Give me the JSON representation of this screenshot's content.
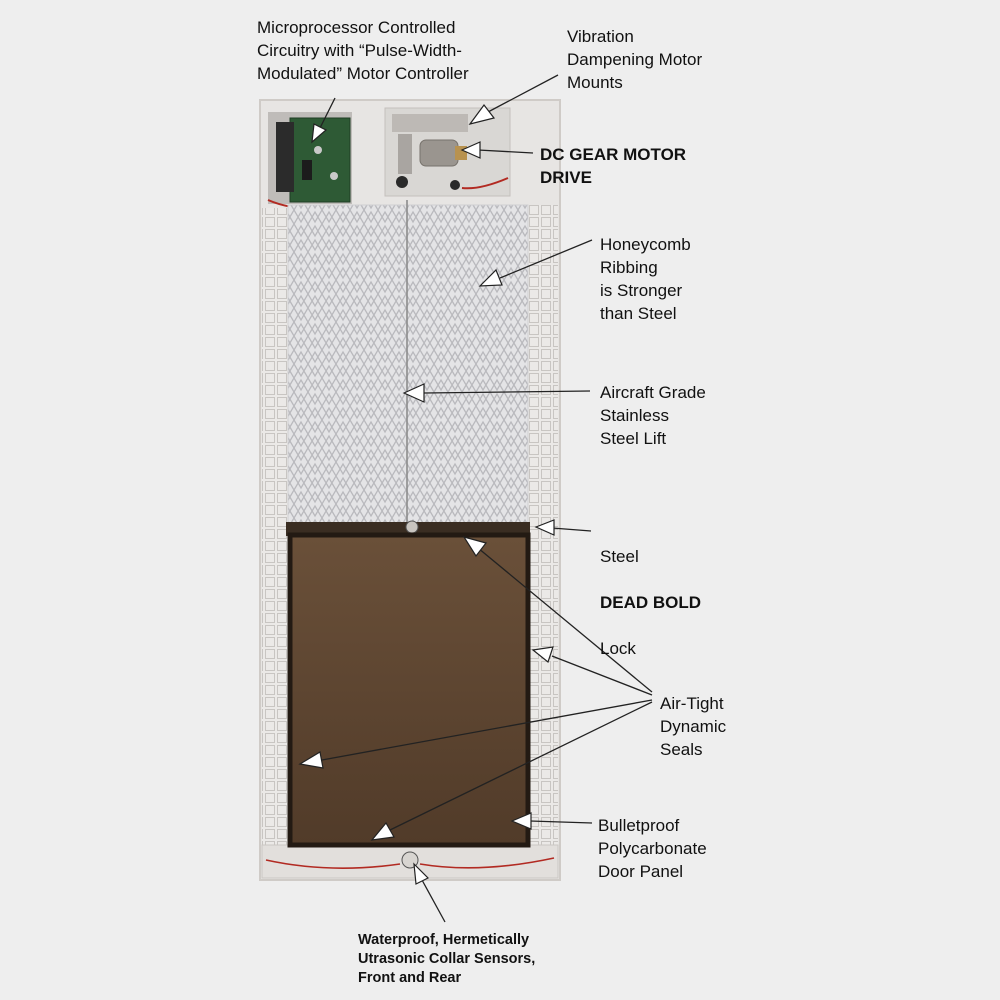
{
  "labels": {
    "microprocessor": "Microprocessor Controlled\nCircuitry with “Pulse-Width-\nModulated” Motor Controller",
    "vibration": "Vibration\nDampening Motor\nMounts",
    "dc_motor": "DC GEAR MOTOR\nDRIVE",
    "honeycomb": "Honeycomb\nRibbing\nis Stronger\nthan Steel",
    "aircraft": "Aircraft Grade\nStainless\nSteel  Lift",
    "steel_lock_line1": "Steel",
    "steel_lock_line2": "DEAD BOLD",
    "steel_lock_line3": "Lock",
    "air_tight": "Air-Tight\nDynamic\nSeals",
    "bulletproof": "Bulletproof\nPolycarbonate\nDoor Panel",
    "waterproof": "Waterproof, Hermetically\nUtrasonic Collar Sensors,\nFront and Rear"
  },
  "colors": {
    "background": "#eeeeee",
    "frame": "#e6e4e2",
    "honeycomb": "#dcdcdc",
    "panel": "#5a4330",
    "panel_border": "#231a13",
    "circuit_board": "#2e5a35"
  }
}
